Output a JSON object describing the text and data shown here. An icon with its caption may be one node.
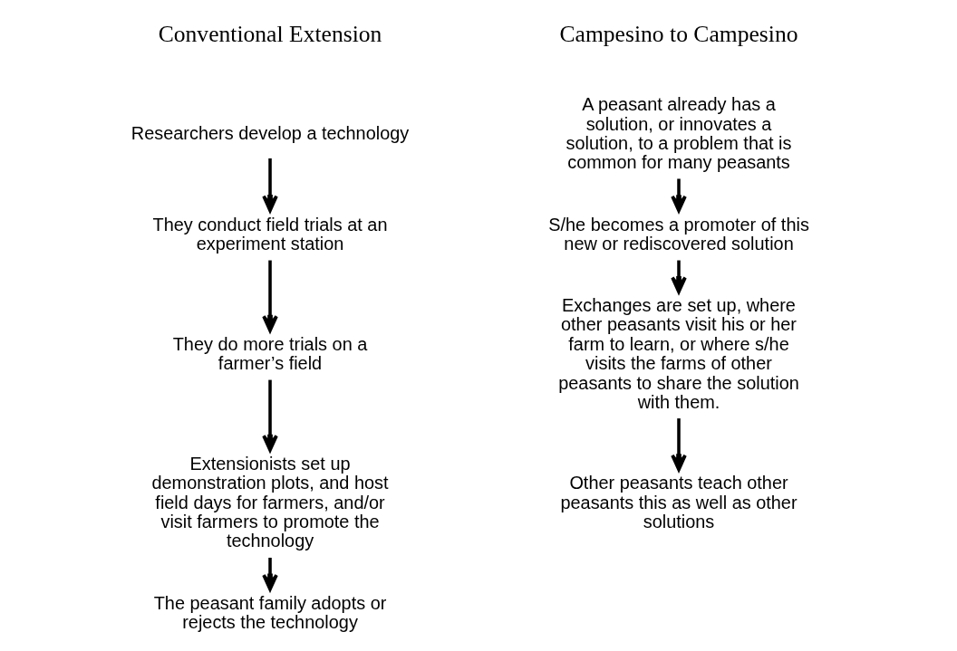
{
  "diagram": {
    "nodes": [
      {
        "text": [
          "Researchers develop a technology"
        ]
      },
      {
        "text": [
          "They conduct field trials at an experiment station"
        ]
      },
      {
        "text": [
          "They do more trials on a farmer’s field"
        ]
      },
      {
        "text": [
          "Extensionists set up demonstration plots, and host field days for farmers, and/or visit farmers to promote the technology"
        ]
      },
      {
        "text": [
          "The peasant family adopts or rejects the technology"
        ]
      },
      {
        "text": [
          "A peasant already has a solution, or innovates a solution, to a problem that is common for many peasants"
        ]
      },
      {
        "text": [
          "S/he becomes a promoter of this new or rediscovered solution"
        ]
      },
      {
        "text": [
          "Exchanges are set up, where other peasants visit his or her farm to learn, or where s/he visits the farms of other peasants to share the solution with them."
        ]
      },
      {
        "text": [
          "Other peasants teach other peasants this as well as other solutions"
        ]
      }
    ],
    "edges": [
      {
        "from": 0,
        "to": 1,
        "arrow": "to"
      },
      {
        "from": 1,
        "to": 2,
        "arrow": "to"
      },
      {
        "from": 2,
        "to": 3,
        "arrow": "to"
      },
      {
        "from": 3,
        "to": 4,
        "arrow": "to"
      },
      {
        "from": 5,
        "to": 6,
        "arrow": "to"
      },
      {
        "from": 6,
        "to": 7,
        "arrow": "to"
      },
      {
        "from": 7,
        "to": 8,
        "arrow": "to"
      }
    ],
    "labels": [
      "Conventional Extension",
      "Campesino to Campesino"
    ]
  }
}
